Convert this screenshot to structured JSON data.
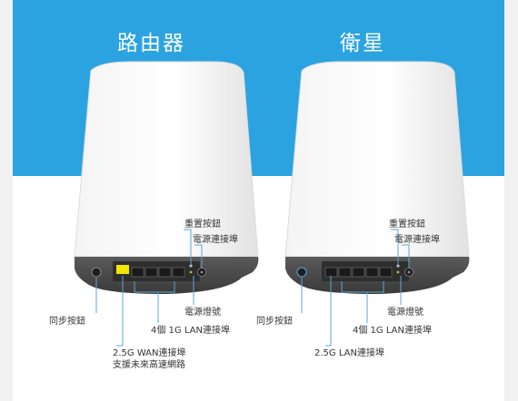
{
  "router": {
    "title": "路由器",
    "labels": {
      "reset": "重置按鈕",
      "power_port": "電源連接埠",
      "power_led": "電源燈號",
      "lan_ports": "4個 1G LAN連接埠",
      "sync": "同步按鈕",
      "wan_port": "2.5G WAN連接埠",
      "wan_note": "支援未來高速網路"
    }
  },
  "satellite": {
    "title": "衛星",
    "labels": {
      "reset": "重置按鈕",
      "power_port": "電源連接埠",
      "power_led": "電源燈號",
      "lan_ports": "4個 1G LAN連接埠",
      "sync": "同步按鈕",
      "lan_25": "2.5G LAN連接埠"
    }
  },
  "colors": {
    "sky": "#2ba3e0",
    "device_body": "#ffffff",
    "panel": "#4a4a4a",
    "wan_highlight": "#f2e600",
    "callout_line": "#5ba8d6"
  }
}
